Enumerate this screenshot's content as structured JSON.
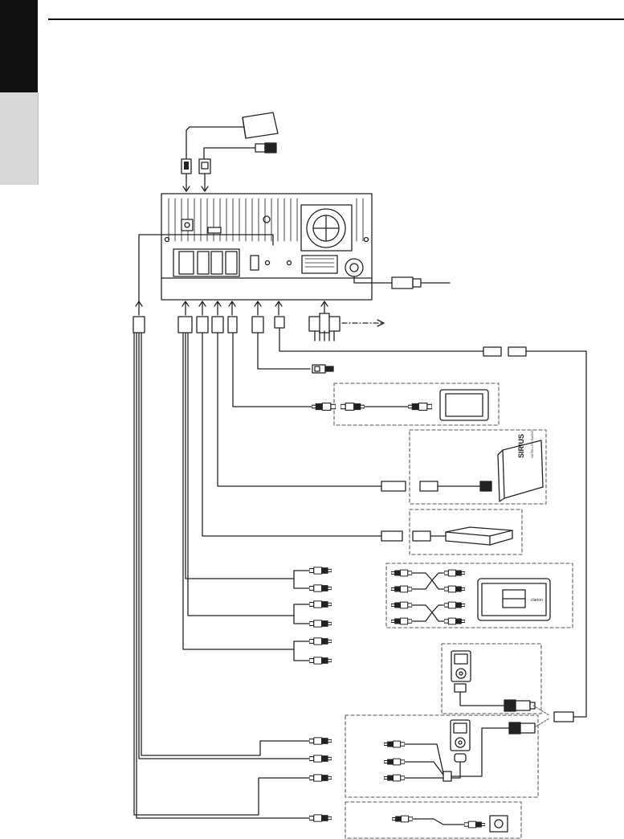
{
  "page": {
    "header_tabs": [
      "",
      ""
    ],
    "title": ""
  },
  "diagram": {
    "siriusxm_logo_text": "SIRIUS",
    "siriusxm_sub_text": "SATELLITE RADIO",
    "amp_brand_text": "clarion",
    "colors": {
      "line": "#222222",
      "dash": "#777777",
      "tab_dark": "#111111",
      "tab_light": "#d8d8d8"
    },
    "icons": [
      "gps-antenna-icon",
      "radio-antenna-plug-icon",
      "head-unit-rear-icon",
      "power-connector-icon",
      "arrow-right-dashed-icon",
      "display-monitor-icon",
      "sirius-tuner-icon",
      "navigation-box-icon",
      "power-amplifier-icon",
      "ipod-icon",
      "usb-plug-icon",
      "rca-plug-icon",
      "mini-jack-icon"
    ]
  }
}
